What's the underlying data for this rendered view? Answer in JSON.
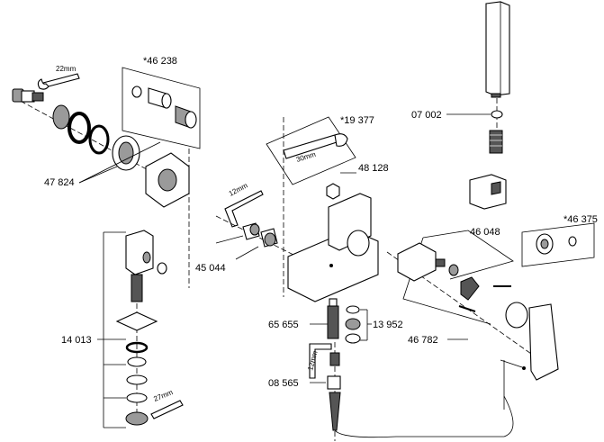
{
  "labels": {
    "p46238": "*46 238",
    "p19377": "*19 377",
    "p07002": "07 002",
    "p48128": "48 128",
    "p47824": "47 824",
    "p46048": "46 048",
    "p46375": "*46 375",
    "p45044": "45 044",
    "p14013": "14 013",
    "p65655": "65 655",
    "p13952": "13 952",
    "p46782": "46 782",
    "p08565": "08 565"
  },
  "tool_sizes": {
    "wrench_22": "22mm",
    "wrench_30": "30mm",
    "hex_12_top": "12mm",
    "hex_12_bottom": "12mm",
    "wrench_27": "27mm"
  }
}
